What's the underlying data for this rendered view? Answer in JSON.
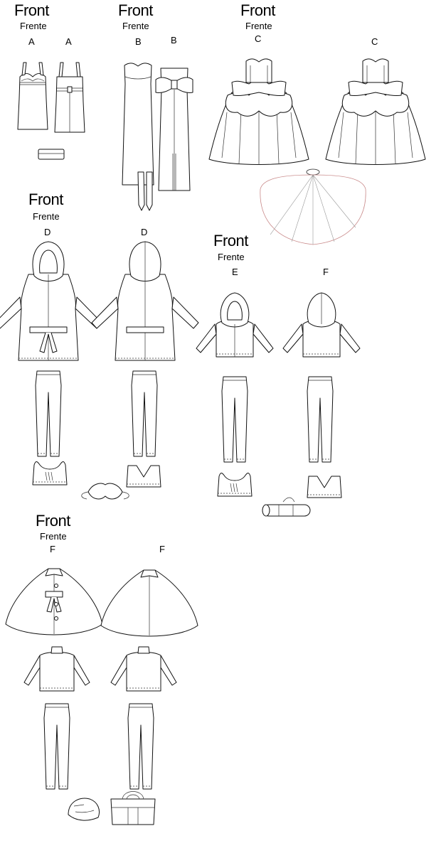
{
  "groups": [
    {
      "front": "Front",
      "frente": "Frente",
      "labels": [
        "A",
        "A"
      ]
    },
    {
      "front": "Front",
      "frente": "Frente",
      "labels": [
        "B",
        "B"
      ]
    },
    {
      "front": "Front",
      "frente": "Frente",
      "labels": [
        "C",
        "C"
      ]
    },
    {
      "front": "Front",
      "frente": "Frente",
      "labels": [
        "D",
        "D"
      ]
    },
    {
      "front": "Front",
      "frente": "Frente",
      "labels": [
        "E",
        "F"
      ]
    },
    {
      "front": "Front",
      "frente": "Frente",
      "labels": [
        "F",
        "F"
      ]
    }
  ]
}
